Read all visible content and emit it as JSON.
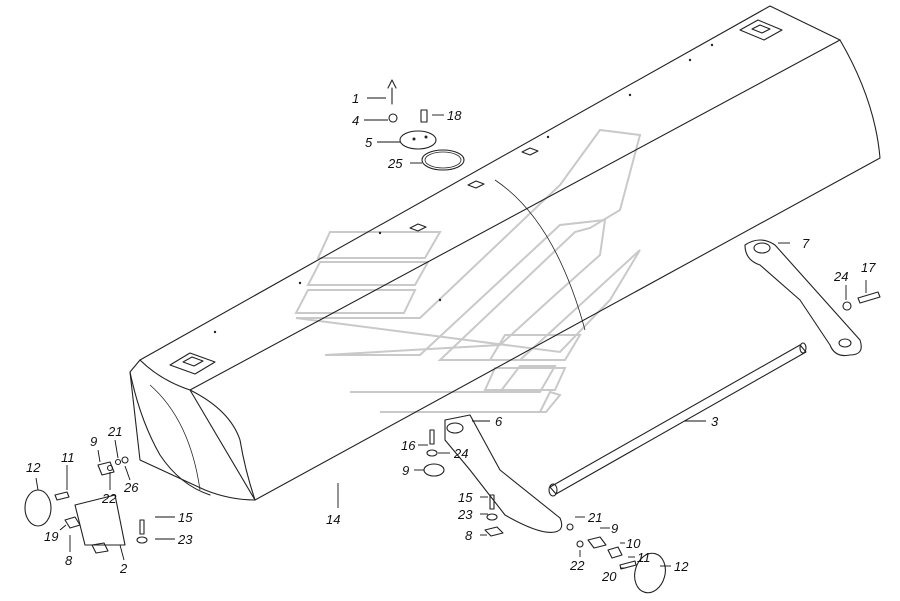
{
  "diagram": {
    "callouts": {
      "c1": "1",
      "c4": "4",
      "c5": "5",
      "c25": "25",
      "c18": "18",
      "c7": "7",
      "c17": "17",
      "c24a": "24",
      "c3": "3",
      "c6": "6",
      "c16": "16",
      "c24b": "24",
      "c9a": "9",
      "c15a": "15",
      "c23a": "23",
      "c8a": "8",
      "c14": "14",
      "c21a": "21",
      "c9b": "9",
      "c10": "10",
      "c11a": "11",
      "c12a": "12",
      "c22a": "22",
      "c20": "20",
      "c12b": "12",
      "c11b": "11",
      "c9c": "9",
      "c21b": "21",
      "c22b": "22",
      "c26": "26",
      "c19": "19",
      "c8b": "8",
      "c2": "2",
      "c15b": "15",
      "c23b": "23"
    },
    "colors": {
      "ink": "#222222",
      "watermark": "#c9c9c9",
      "background": "#ffffff"
    }
  }
}
